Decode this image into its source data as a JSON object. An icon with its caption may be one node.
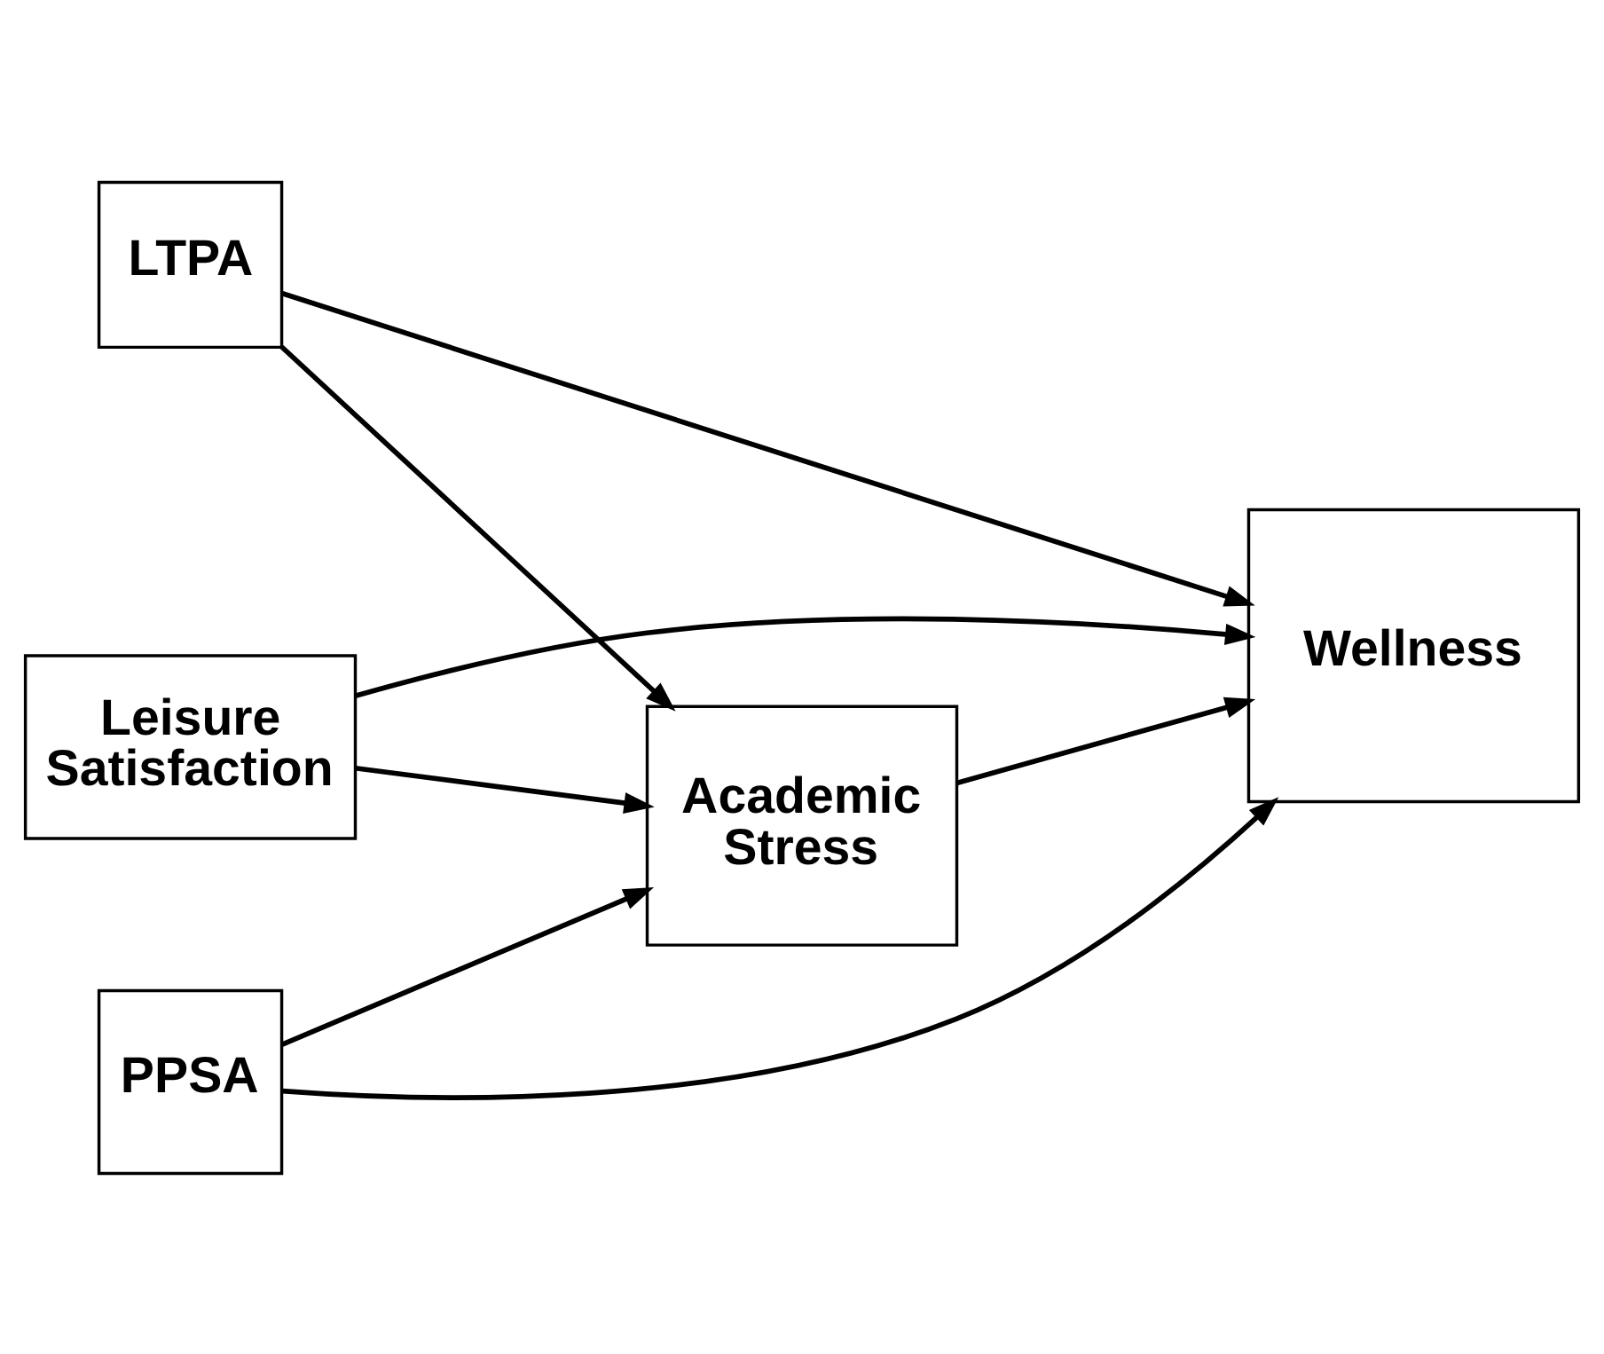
{
  "diagram": {
    "nodes": [
      {
        "text": [
          "LTPA"
        ]
      },
      {
        "text": [
          "Leisure Satisfaction"
        ]
      },
      {
        "text": [
          "PPSA"
        ]
      },
      {
        "text": [
          "Academic Stress"
        ]
      },
      {
        "text": [
          "Wellness"
        ]
      }
    ],
    "edges": [
      {
        "from": 0,
        "to": 3,
        "arrow": "to"
      },
      {
        "from": 0,
        "to": 4,
        "arrow": "to"
      },
      {
        "from": 3,
        "to": 4,
        "arrow": "to"
      },
      {
        "from": 1,
        "to": 3,
        "arrow": "to"
      },
      {
        "from": 1,
        "to": 4,
        "arrow": "to"
      },
      {
        "from": 2,
        "to": 3,
        "arrow": "to"
      },
      {
        "from": 2,
        "to": 4,
        "arrow": "to"
      }
    ]
  }
}
